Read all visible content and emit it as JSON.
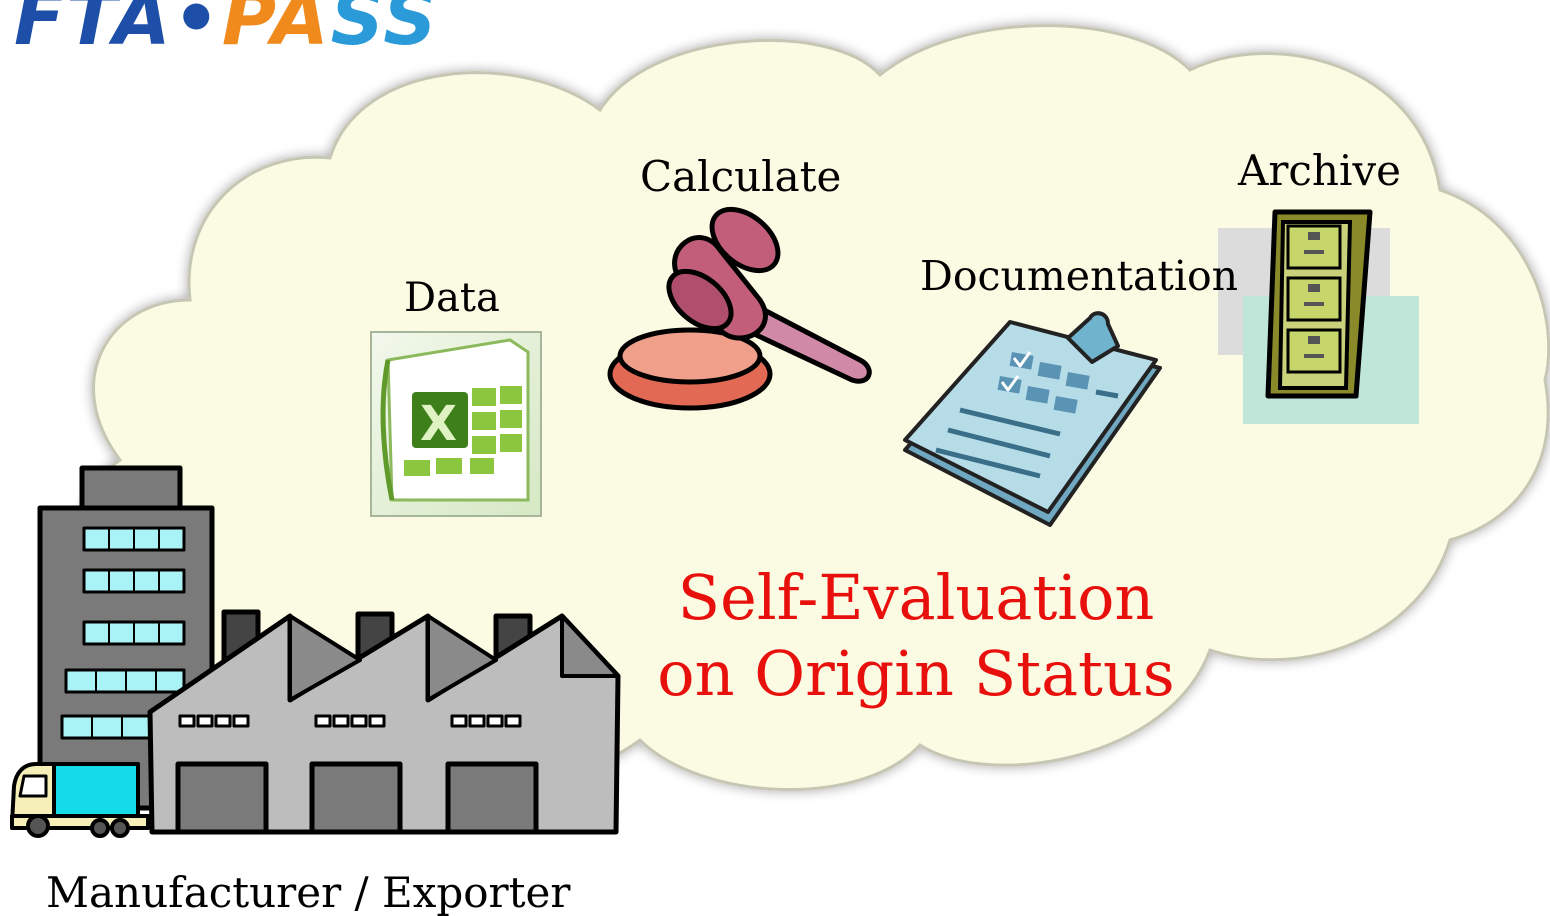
{
  "logo": {
    "part1": "FTA",
    "dot": "•",
    "part2": "PA",
    "part3": "SS"
  },
  "labels": {
    "data": "Data",
    "calculate": "Calculate",
    "documentation": "Documentation",
    "archive": "Archive",
    "manufacturer": "Manufacturer / Exporter"
  },
  "headline": {
    "line1": "Self-Evaluation",
    "line2": "on Origin Status"
  },
  "icons": {
    "data": "spreadsheet-icon",
    "calculate": "gavel-icon",
    "documentation": "clipboard-checklist-icon",
    "archive": "file-cabinet-icon",
    "manufacturer": "factory-truck-icon"
  },
  "colors": {
    "cloud_fill": "#fbfbe4",
    "cloud_edge": "#c6c6b4",
    "headline": "#e8100c",
    "spreadsheet_green": "#7fb23c",
    "gavel_pink": "#c25e7a",
    "clipboard_blue": "#b6dce8",
    "cabinet_olive": "#b4bf5a",
    "building_gray": "#7a7a7a",
    "window_cyan": "#a9f2f6",
    "truck_cyan": "#13dbe8"
  }
}
